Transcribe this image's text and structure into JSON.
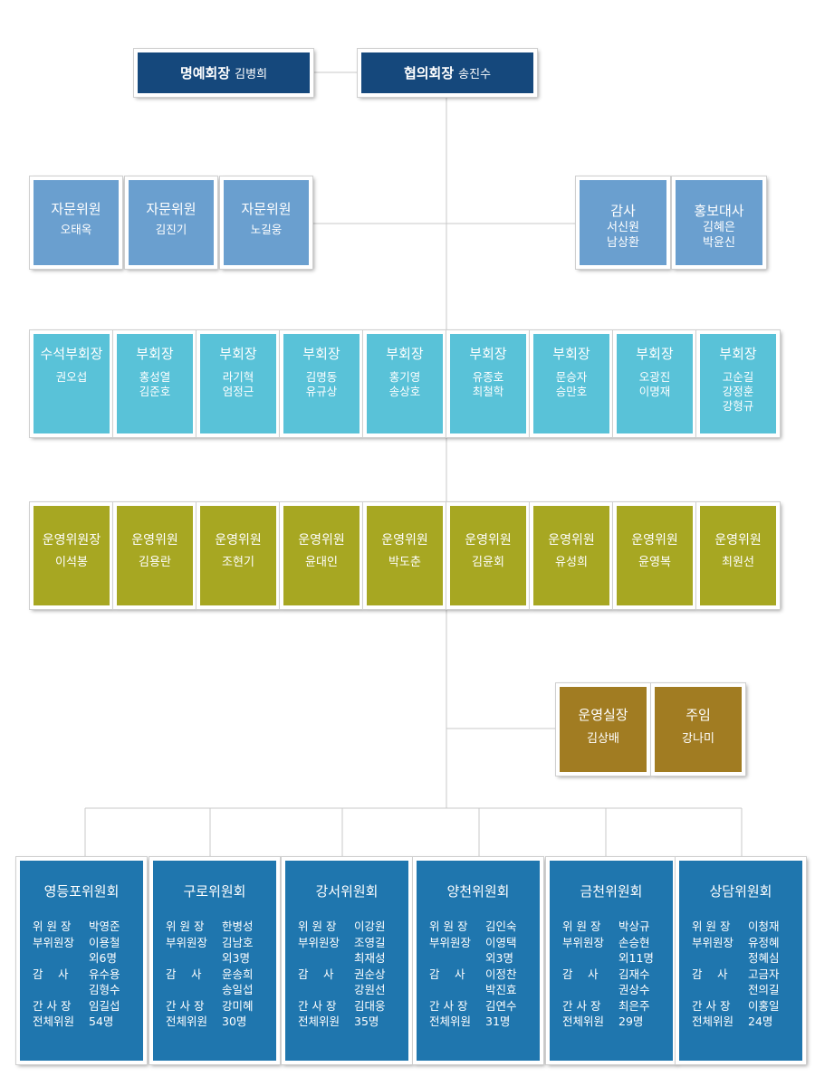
{
  "top": {
    "honorary": {
      "title": "명예회장",
      "name": "김병희"
    },
    "president": {
      "title": "협의회장",
      "name": "송진수"
    }
  },
  "advisors": [
    {
      "title": "자문위원",
      "name": "오태옥"
    },
    {
      "title": "자문위원",
      "name": "김진기"
    },
    {
      "title": "자문위원",
      "name": "노길웅"
    }
  ],
  "auditor": {
    "title": "감사",
    "names": [
      "서신원",
      "남상환"
    ]
  },
  "pr_ambassador": {
    "title": "홍보대사",
    "names": [
      "김혜은",
      "박윤신"
    ]
  },
  "vice_presidents": [
    {
      "title": "수석부회장",
      "names": [
        "권오섭"
      ]
    },
    {
      "title": "부회장",
      "names": [
        "홍성열",
        "김준호"
      ]
    },
    {
      "title": "부회장",
      "names": [
        "라기혁",
        "엄정근"
      ]
    },
    {
      "title": "부회장",
      "names": [
        "김명동",
        "유규상"
      ]
    },
    {
      "title": "부회장",
      "names": [
        "홍기영",
        "송상호"
      ]
    },
    {
      "title": "부회장",
      "names": [
        "유종호",
        "최철학"
      ]
    },
    {
      "title": "부회장",
      "names": [
        "문승자",
        "승만호"
      ]
    },
    {
      "title": "부회장",
      "names": [
        "오광진",
        "이명재"
      ]
    },
    {
      "title": "부회장",
      "names": [
        "고순길",
        "강정훈",
        "강형규"
      ]
    }
  ],
  "operating_committee": [
    {
      "title": "운영위원장",
      "name": "이석봉"
    },
    {
      "title": "운영위원",
      "name": "김용란"
    },
    {
      "title": "운영위원",
      "name": "조현기"
    },
    {
      "title": "운영위원",
      "name": "윤대인"
    },
    {
      "title": "운영위원",
      "name": "박도춘"
    },
    {
      "title": "운영위원",
      "name": "김윤회"
    },
    {
      "title": "운영위원",
      "name": "유성희"
    },
    {
      "title": "운영위원",
      "name": "윤영복"
    },
    {
      "title": "운영위원",
      "name": "최원선"
    }
  ],
  "staff": [
    {
      "title": "운영실장",
      "name": "김상배"
    },
    {
      "title": "주임",
      "name": "강나미"
    }
  ],
  "districts": [
    {
      "name": "영등포위원회",
      "rows": [
        {
          "label": "위 원 장",
          "value": "박영준"
        },
        {
          "label": "부위원장",
          "value": "이용철"
        },
        {
          "label": "",
          "value": "외6명"
        },
        {
          "label": "감　 사",
          "value": "유수용"
        },
        {
          "label": "",
          "value": "김형수"
        },
        {
          "label": "간 사 장",
          "value": "임길섭"
        },
        {
          "label": "전체위원",
          "value": "54명"
        }
      ]
    },
    {
      "name": "구로위원회",
      "rows": [
        {
          "label": "위 원 장",
          "value": "한병성"
        },
        {
          "label": "부위원장",
          "value": "김남호"
        },
        {
          "label": "",
          "value": "외3명"
        },
        {
          "label": "감　 사",
          "value": "윤송희"
        },
        {
          "label": "",
          "value": "송일섭"
        },
        {
          "label": "간 사 장",
          "value": "강미혜"
        },
        {
          "label": "전체위원",
          "value": "30명"
        }
      ]
    },
    {
      "name": "강서위원회",
      "rows": [
        {
          "label": "위 원 장",
          "value": "이강원"
        },
        {
          "label": "부위원장",
          "value": "조영길"
        },
        {
          "label": "",
          "value": "최재성"
        },
        {
          "label": "감　 사",
          "value": "권순상"
        },
        {
          "label": "",
          "value": "강원선"
        },
        {
          "label": "간 사 장",
          "value": "김대웅"
        },
        {
          "label": "전체위원",
          "value": "35명"
        }
      ]
    },
    {
      "name": "양천위원회",
      "rows": [
        {
          "label": "위 원 장",
          "value": "김인숙"
        },
        {
          "label": "부위원장",
          "value": "이영택"
        },
        {
          "label": "",
          "value": "외3명"
        },
        {
          "label": "감　 사",
          "value": "이정찬"
        },
        {
          "label": "",
          "value": "박진효"
        },
        {
          "label": "간 사 장",
          "value": "김연수"
        },
        {
          "label": "전체위원",
          "value": "31명"
        }
      ]
    },
    {
      "name": "금천위원회",
      "rows": [
        {
          "label": "위 원 장",
          "value": "박상규"
        },
        {
          "label": "부위원장",
          "value": "손승현"
        },
        {
          "label": "",
          "value": "외11명"
        },
        {
          "label": "감　 사",
          "value": "김재수"
        },
        {
          "label": "",
          "value": "권상수"
        },
        {
          "label": "간 사 장",
          "value": "최은주"
        },
        {
          "label": "전체위원",
          "value": "29명"
        }
      ]
    },
    {
      "name": "상담위원회",
      "rows": [
        {
          "label": "위 원 장",
          "value": "이청재"
        },
        {
          "label": "부위원장",
          "value": "유정혜"
        },
        {
          "label": "",
          "value": "정혜심"
        },
        {
          "label": "감　 사",
          "value": "고금자"
        },
        {
          "label": "",
          "value": "전의길"
        },
        {
          "label": "간 사 장",
          "value": "이홍일"
        },
        {
          "label": "전체위원",
          "value": "24명"
        }
      ]
    }
  ],
  "colors": {
    "top": "#15487c",
    "advisor": "#6a9fcf",
    "vice_president": "#59c2d8",
    "operating": "#a7a722",
    "staff": "#a17c22",
    "district": "#1f76ae",
    "connector": "#c8c8c8"
  }
}
